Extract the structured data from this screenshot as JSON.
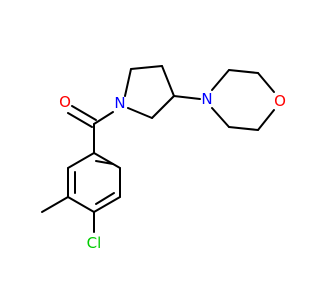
{
  "diagram": {
    "type": "skeletal-structure",
    "colors": {
      "bond": "#000000",
      "carbon": "#000000",
      "nitrogen": "#0000ff",
      "oxygen": "#ff0000",
      "chlorine": "#00cc00",
      "background": "#ffffff"
    },
    "atoms": {
      "carbonyl_oxygen": {
        "symbol": "O",
        "element": "oxygen"
      },
      "pyrrolidine_nitrogen": {
        "symbol": "N",
        "element": "nitrogen"
      },
      "morpholine_nitrogen": {
        "symbol": "N",
        "element": "nitrogen"
      },
      "morpholine_oxygen": {
        "symbol": "O",
        "element": "oxygen"
      },
      "chlorine": {
        "symbol": "Cl",
        "element": "chlorine"
      }
    }
  }
}
